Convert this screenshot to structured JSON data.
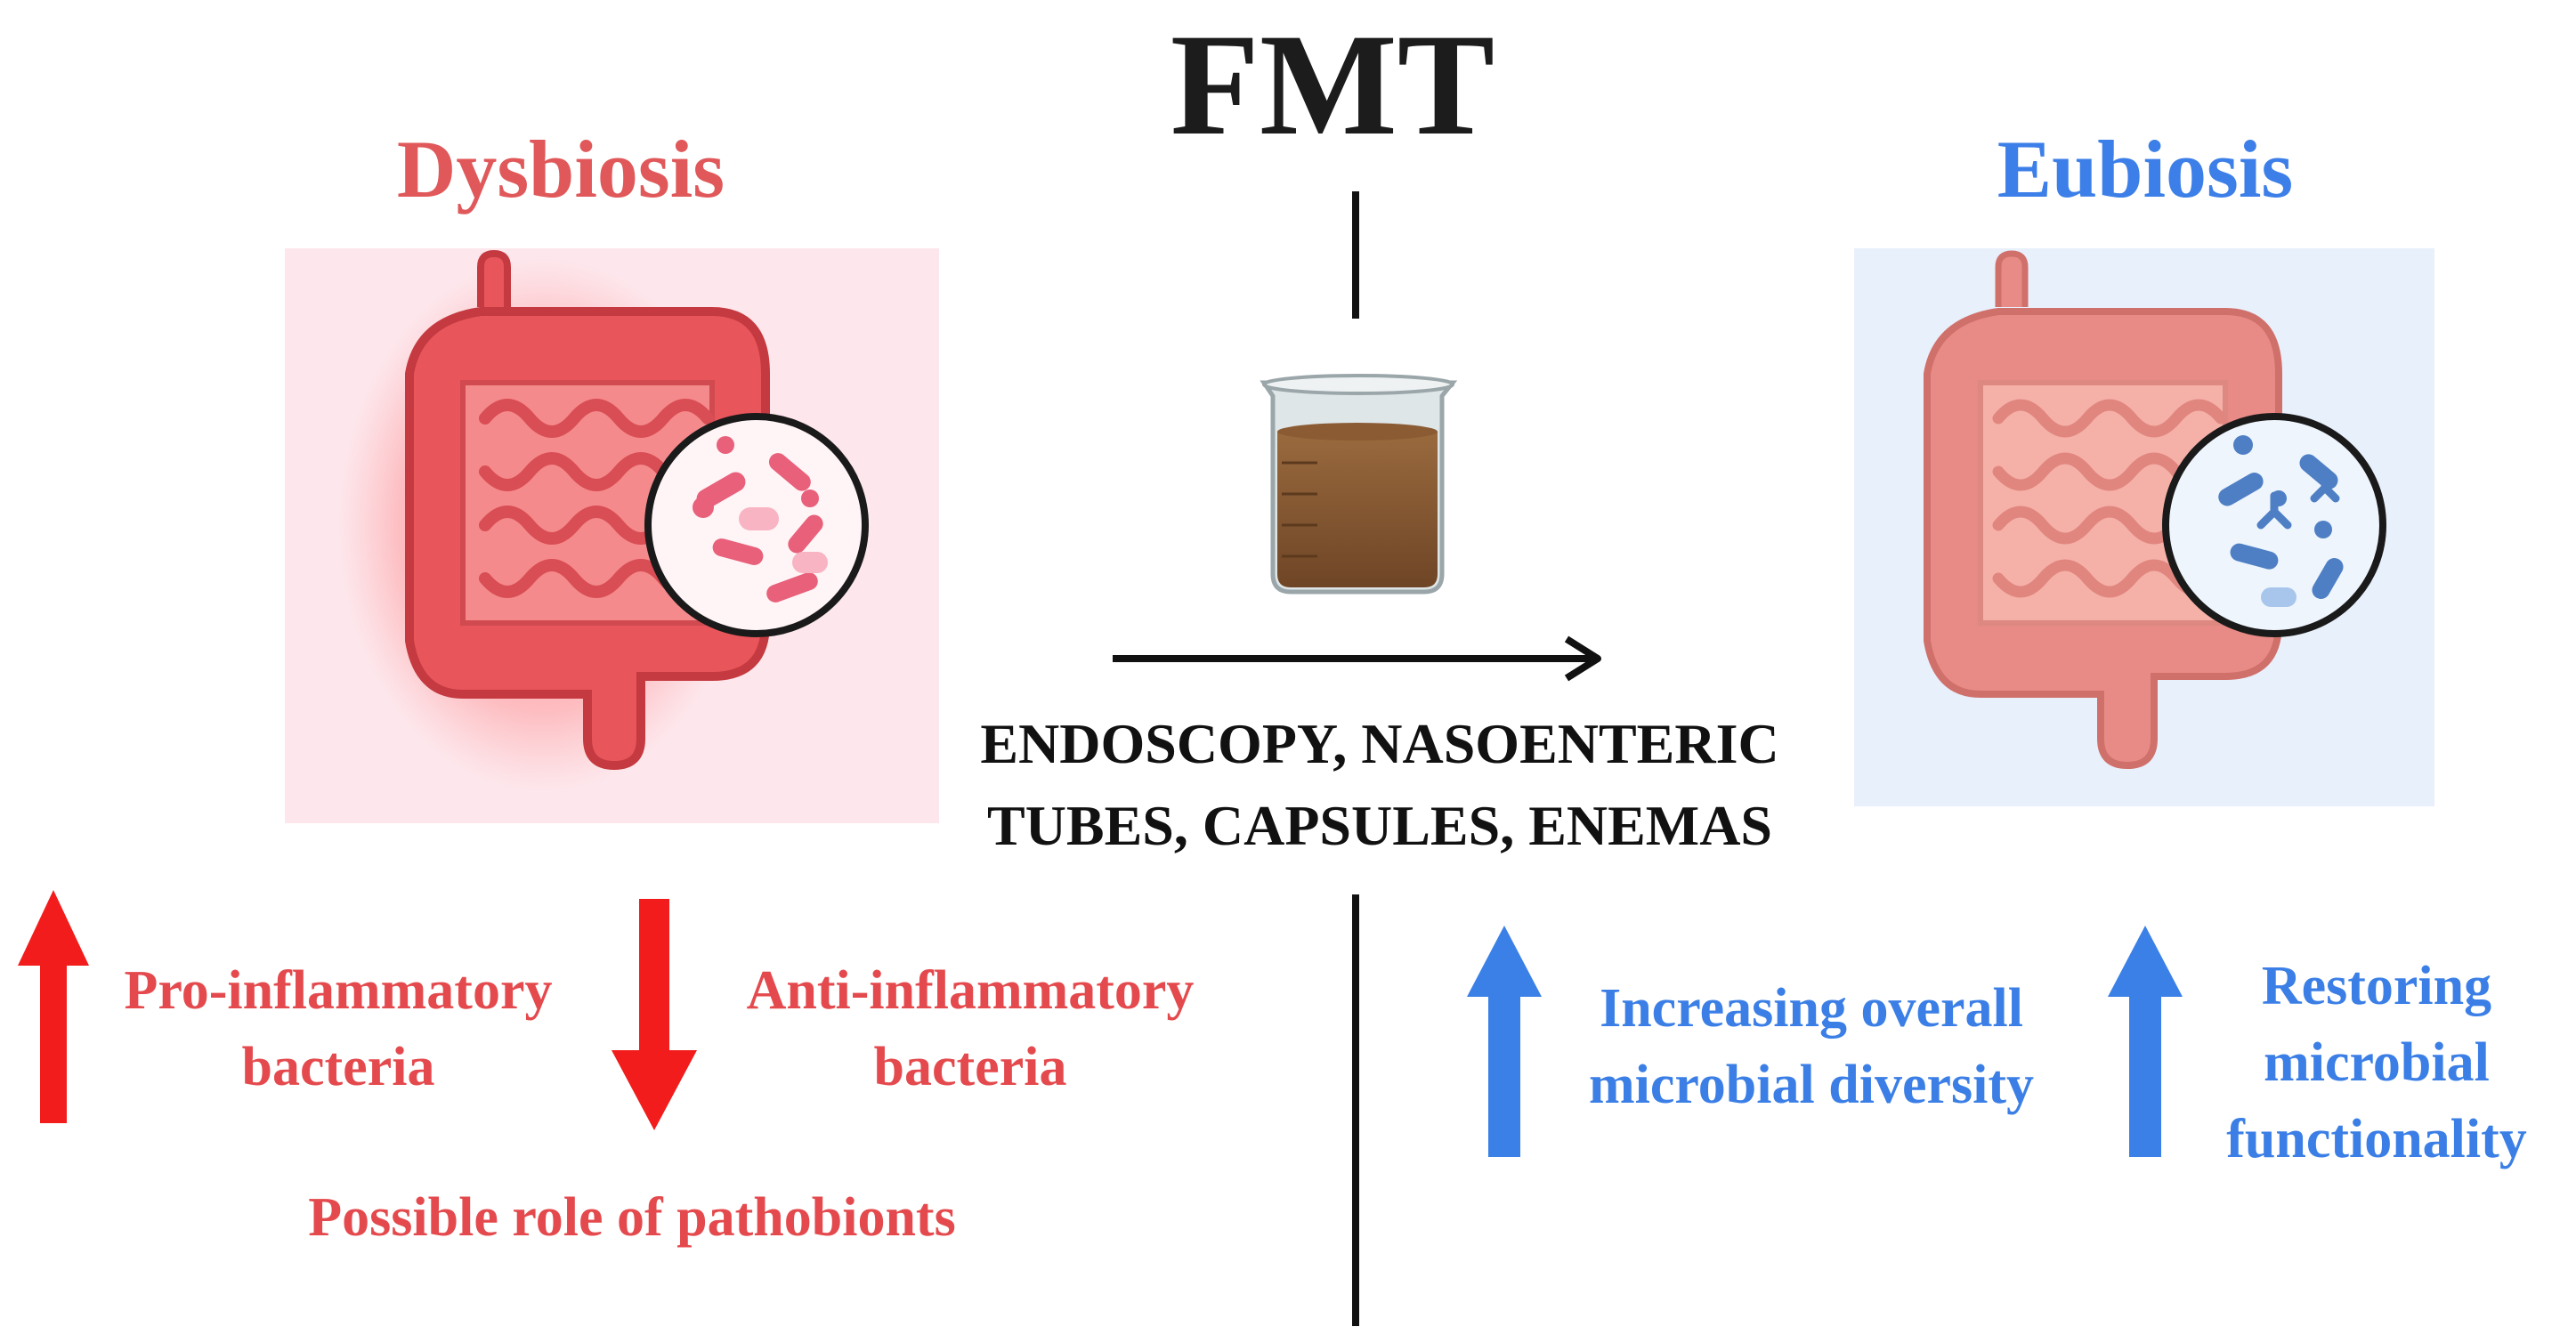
{
  "title": "FMT",
  "left": {
    "heading": "Dysbiosis",
    "labels": {
      "pro": [
        "Pro-inflammatory",
        "bacteria"
      ],
      "anti": [
        "Anti-inflammatory",
        "bacteria"
      ],
      "pathobionts": "Possible role of pathobionts"
    },
    "arrows": {
      "pro": "up",
      "anti": "down"
    }
  },
  "center": {
    "methods": [
      "ENDOSCOPY, NASOENTERIC",
      "TUBES, CAPSULES, ENEMAS"
    ]
  },
  "right": {
    "heading": "Eubiosis",
    "labels": {
      "diversity": [
        "Increasing overall",
        "microbial diversity"
      ],
      "function": [
        "Restoring",
        "microbial",
        "functionality"
      ]
    },
    "arrows": {
      "diversity": "up",
      "function": "up"
    }
  },
  "colors": {
    "dysbiosis": "#e0585a",
    "eubiosis": "#3d7fe8",
    "red_arrow": "#f21c1c",
    "blue_arrow": "#3a80e6",
    "text_dark": "#1c1c1c"
  }
}
